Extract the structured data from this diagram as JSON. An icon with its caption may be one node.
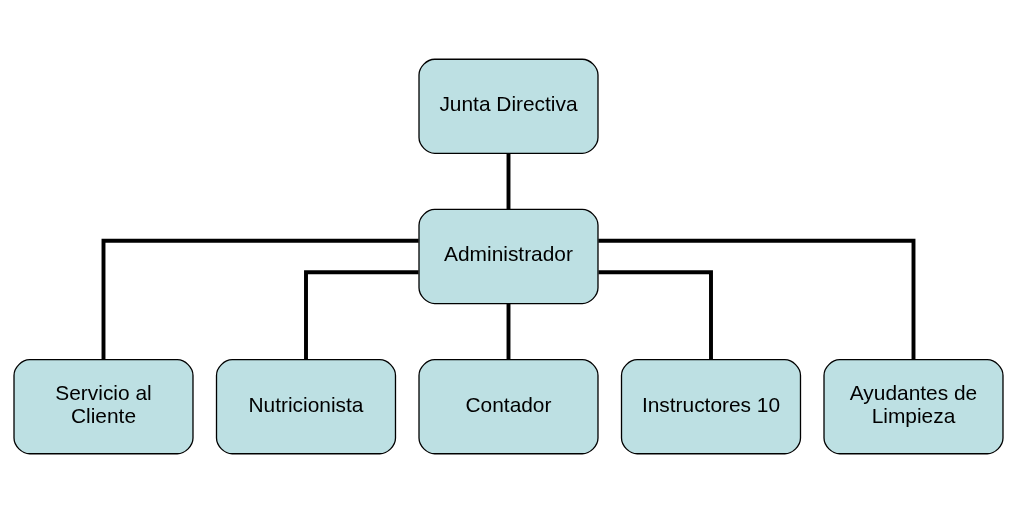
{
  "diagram": {
    "nodes": [
      {
        "text": [
          "Junta Directiva"
        ]
      },
      {
        "text": [
          "Administrador"
        ]
      },
      {
        "text": [
          "Servicio al Cliente"
        ]
      },
      {
        "text": [
          "Nutricionista"
        ]
      },
      {
        "text": [
          "Contador"
        ]
      },
      {
        "text": [
          "Instructores 10"
        ]
      },
      {
        "text": [
          "Ayudantes de Limpieza"
        ]
      }
    ],
    "edges": [
      {
        "from": 0,
        "to": 1,
        "arrow": "none"
      },
      {
        "from": 1,
        "to": 2,
        "arrow": "none"
      },
      {
        "from": 1,
        "to": 3,
        "arrow": "none"
      },
      {
        "from": 1,
        "to": 4,
        "arrow": "none"
      },
      {
        "from": 1,
        "to": 5,
        "arrow": "none"
      },
      {
        "from": 1,
        "to": 6,
        "arrow": "none"
      }
    ]
  }
}
